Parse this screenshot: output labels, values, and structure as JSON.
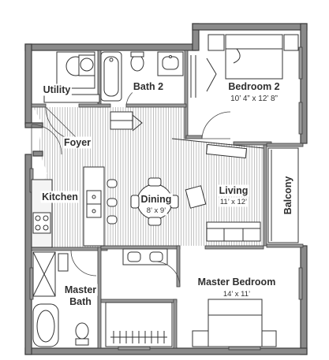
{
  "rooms": {
    "utility": {
      "name": "Utility"
    },
    "bath2": {
      "name": "Bath 2"
    },
    "bedroom2": {
      "name": "Bedroom 2",
      "dimensions": "10’ 4” x 12’ 8”"
    },
    "foyer": {
      "name": "Foyer"
    },
    "kitchen": {
      "name": "Kitchen"
    },
    "dining": {
      "name": "Dining",
      "dimensions": "8’ x 9’"
    },
    "living": {
      "name": "Living",
      "dimensions": "11’ x 12’"
    },
    "balcony": {
      "name": "Balcony"
    },
    "master_bath": {
      "name_line1": "Master",
      "name_line2": "Bath"
    },
    "master_bedroom": {
      "name": "Master Bedroom",
      "dimensions": "14’ x 11’"
    }
  },
  "colors": {
    "wall": "#8a8a8a",
    "floor_hatch": "#b8b8b8",
    "ink": "#2f2f2f"
  }
}
